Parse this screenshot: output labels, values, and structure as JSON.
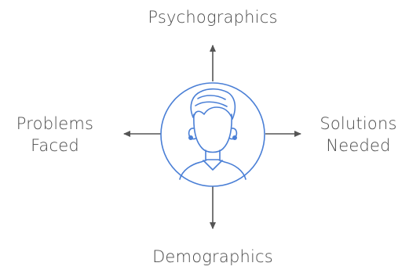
{
  "diagram": {
    "center": {
      "icon": "person-avatar-icon",
      "color": "#4a7fd6"
    },
    "arrow_color": "#555555",
    "labels": {
      "top": [
        "Psychographics"
      ],
      "bottom": [
        "Demographics"
      ],
      "left": [
        "Problems",
        "Faced"
      ],
      "right": [
        "Solutions",
        "Needed"
      ]
    }
  }
}
